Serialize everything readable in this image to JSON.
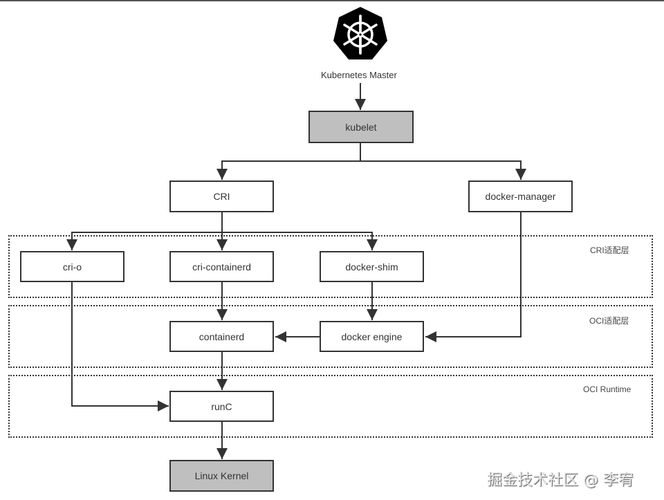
{
  "master": {
    "label": "Kubernetes Master",
    "icon": "kubernetes-helm-icon"
  },
  "nodes": {
    "kubelet": "kubelet",
    "cri": "CRI",
    "docker_manager": "docker-manager",
    "cri_o": "cri-o",
    "cri_containerd": "cri-containerd",
    "docker_shim": "docker-shim",
    "containerd": "containerd",
    "docker_engine": "docker engine",
    "runc": "runC",
    "linux_kernel": "Linux Kernel"
  },
  "layers": {
    "cri_adapter": "CRI适配层",
    "oci_adapter": "OCI适配层",
    "oci_runtime": "OCI Runtime"
  },
  "colors": {
    "gray_node": "#bfbfbf",
    "stroke": "#333333"
  },
  "watermark": "掘金技术社区 @ 李宥"
}
